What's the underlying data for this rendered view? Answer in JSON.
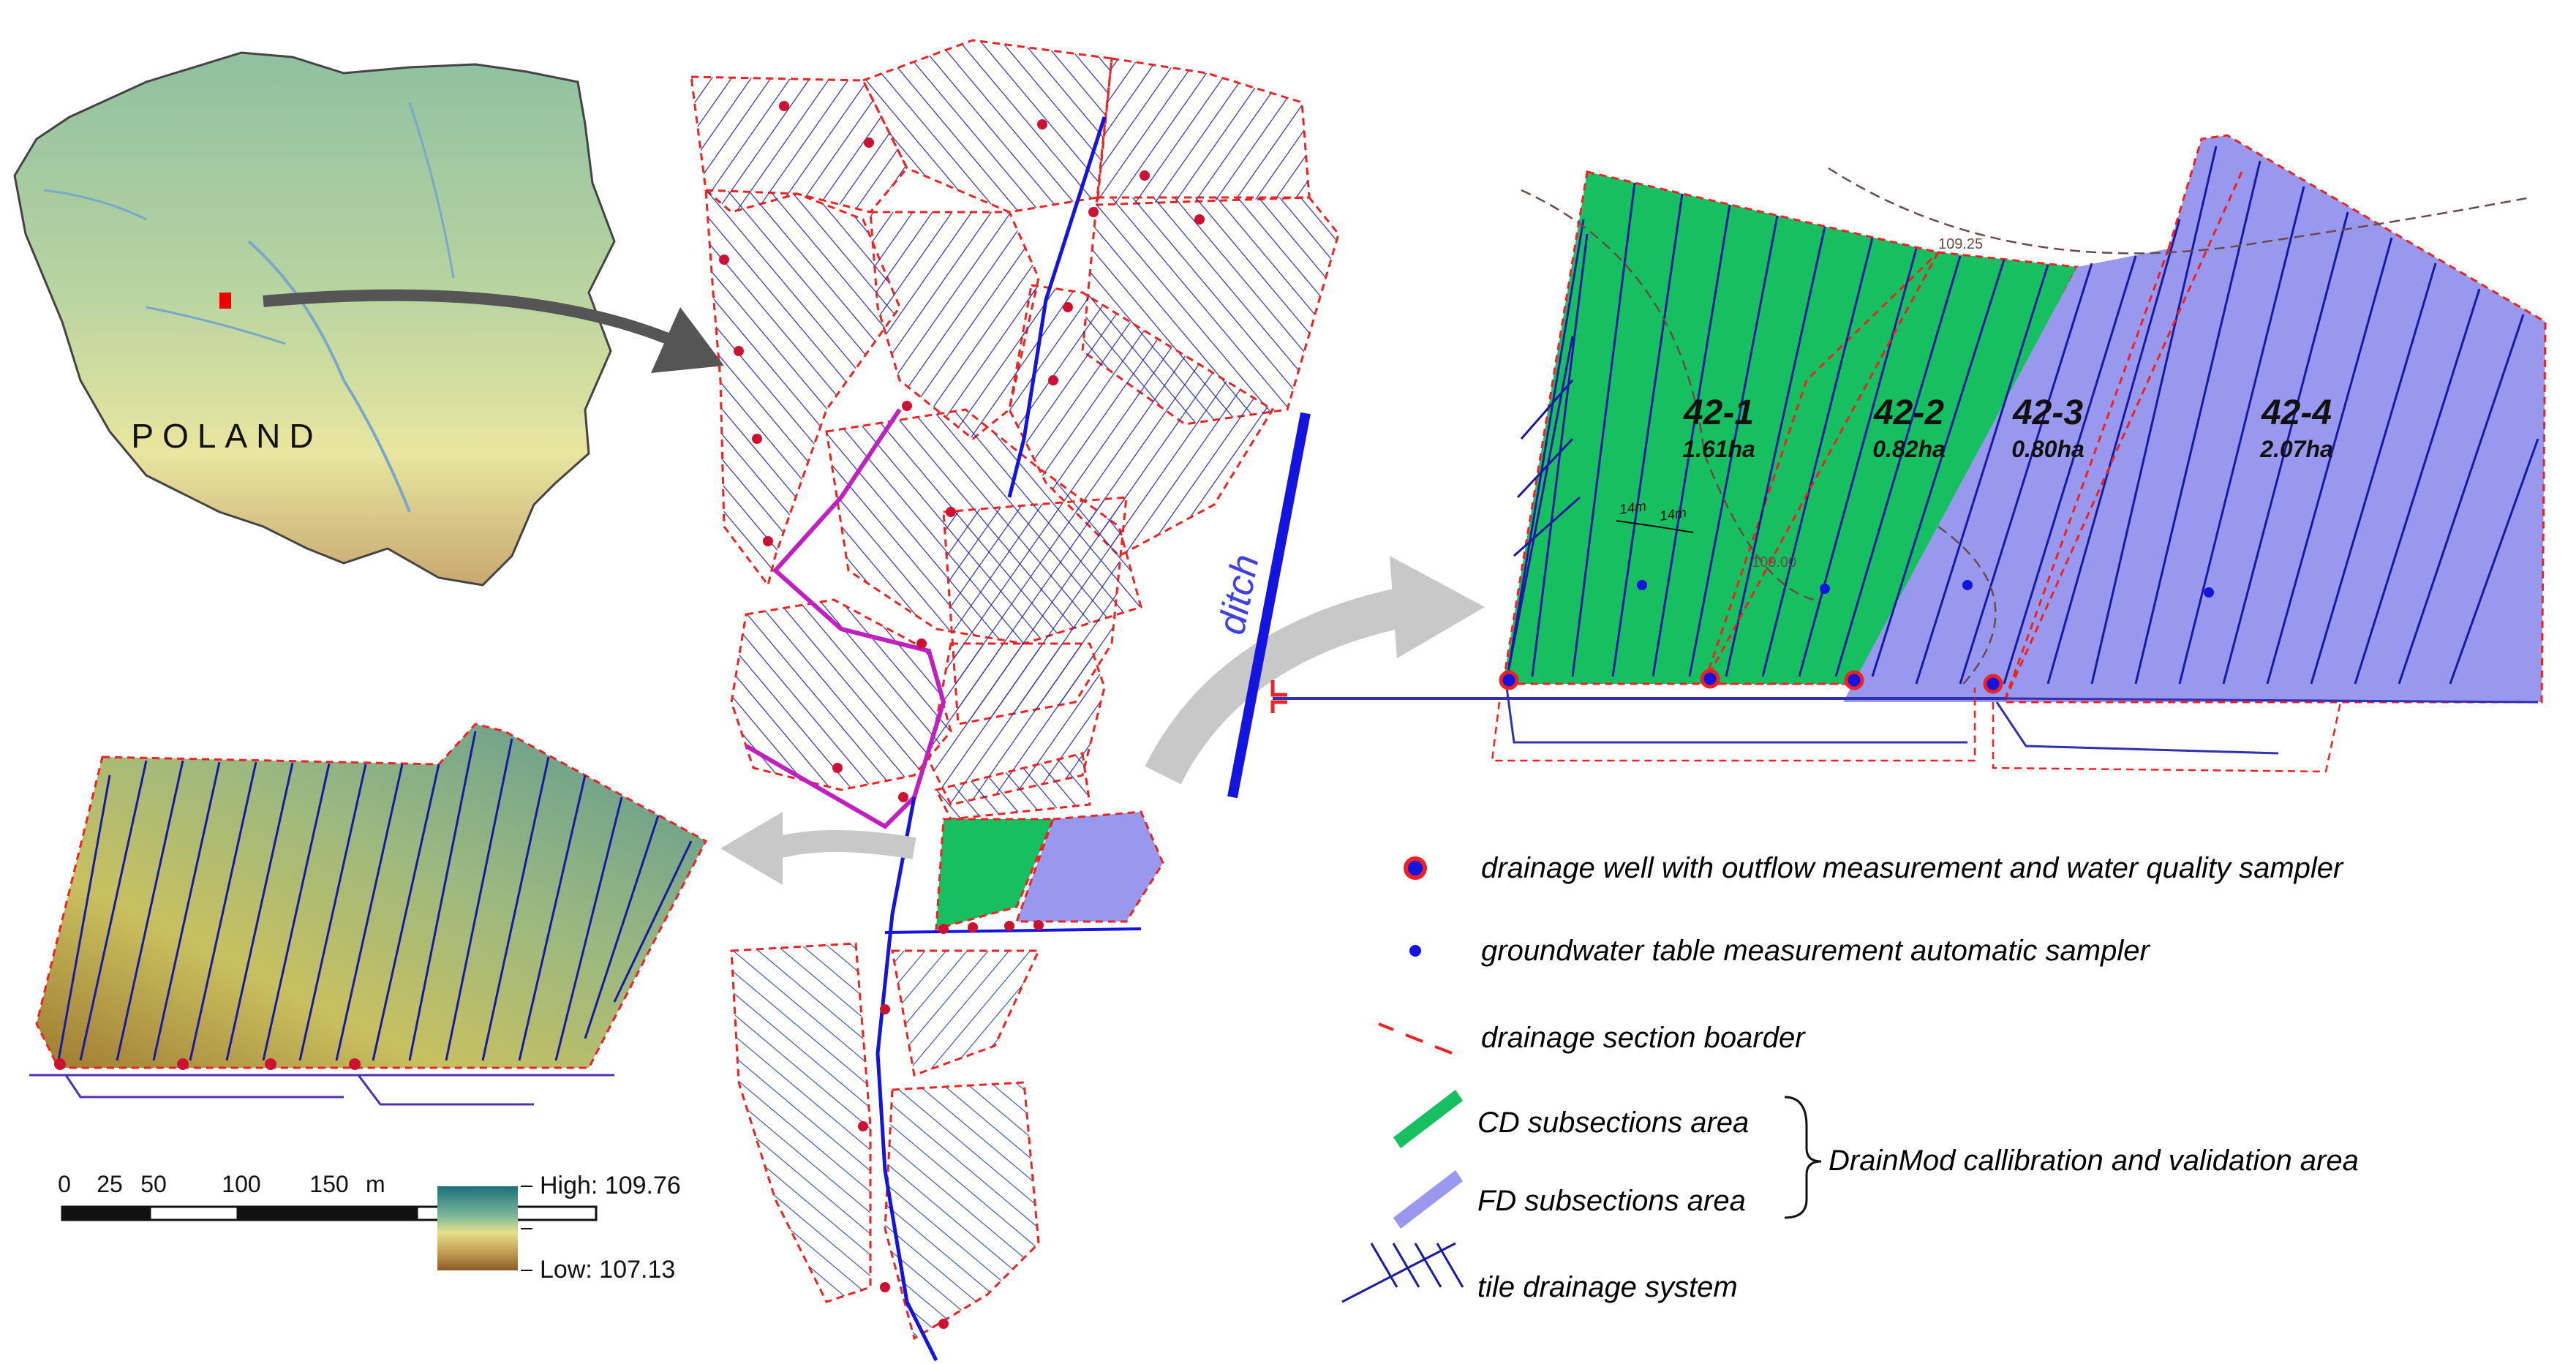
{
  "inset": {
    "country_label": "POLAND"
  },
  "ditch_label": "ditch",
  "contour_labels": [
    "109.25",
    "109.00"
  ],
  "spacing_labels": [
    "14m",
    "14m"
  ],
  "sections": [
    {
      "id": "42-1",
      "area": "1.61ha"
    },
    {
      "id": "42-2",
      "area": "0.82ha"
    },
    {
      "id": "42-3",
      "area": "0.80ha"
    },
    {
      "id": "42-4",
      "area": "2.07ha"
    }
  ],
  "legend": {
    "well": "drainage well with outflow measurement and water quality sampler",
    "groundwater": "groundwater table measurement automatic sampler",
    "border": "drainage section boarder",
    "cd": "CD subsections area",
    "fd": "FD subsections area",
    "brace": "DrainMod callibration and validation area",
    "tile": "tile drainage system"
  },
  "scale_bar": {
    "ticks": [
      "0",
      "25",
      "50",
      "100",
      "150"
    ],
    "unit": "m"
  },
  "elevation": {
    "high": "High: 109.76",
    "low": "Low: 107.13"
  },
  "colors": {
    "cd": "#16c060",
    "fd": "#9898ee",
    "drain": "#1a1aa0",
    "border": "#ee2222",
    "ditch": "#1414e0",
    "ditch_label": "#4040e0",
    "collector_magenta": "#c020c0",
    "arrow_gray": "#c8c8c8",
    "arrow_dark": "#555555"
  }
}
